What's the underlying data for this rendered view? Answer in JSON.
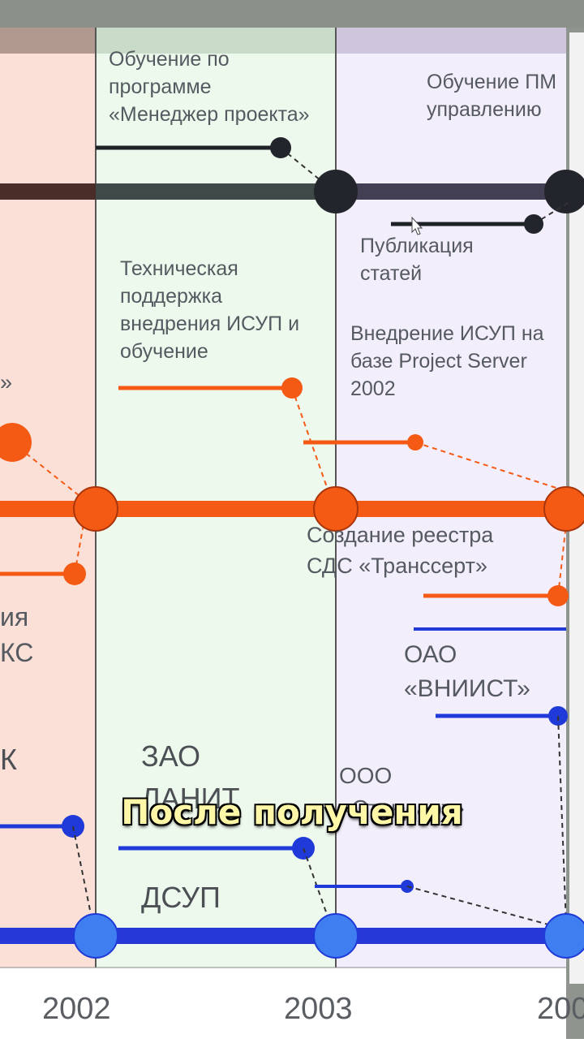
{
  "years": [
    "2002",
    "2003",
    "200"
  ],
  "labels": {
    "training_pm_program": "Обучение по\nпрограмме\n«Менеджер проекта»",
    "training_pm_right": "Обучение ПМ\nуправлению",
    "publication": "Публикация\nстатей",
    "tech_support": "Техническая\nподдержка\nвнедрения ИСУП и\nобучение",
    "project_server": "Внедрение ИСУП на\nбазе Project Server\n2002",
    "left_quote": "»",
    "transsert": "Создание реестра\nСДС «Транссерт»",
    "left_partial_1": "ия\nКС",
    "vniist": "ОАО\n«ВНИИСТ»",
    "left_partial_2": "К",
    "lanit": "ЗАО\nЛАНИТ",
    "ooo": "ООО\n«Стандарт»",
    "dsup": "ДСУП"
  },
  "caption": "После получения",
  "colors": {
    "band_left": "#fbe0d8",
    "band_mid": "#eef9ee",
    "band_right": "#f3eefb",
    "dark_line": "#3a3d48",
    "orange": "#f55a14",
    "blue": "#1f3ad8",
    "blue_light": "#3f7ef0"
  }
}
